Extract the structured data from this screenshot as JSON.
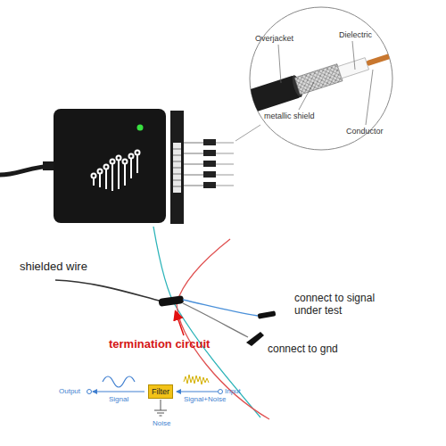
{
  "diagram": {
    "nodes": [
      {
        "text": [
          "Filter"
        ]
      }
    ],
    "labels": [
      "Overjacket",
      "Dielectric",
      "metallic shield",
      "Conductor",
      "shielded wire",
      "termination circuit",
      "connect to signal under test",
      "connect to gnd",
      "Output",
      "Signal",
      "Signal+Noise",
      "Input",
      "Noise"
    ]
  }
}
